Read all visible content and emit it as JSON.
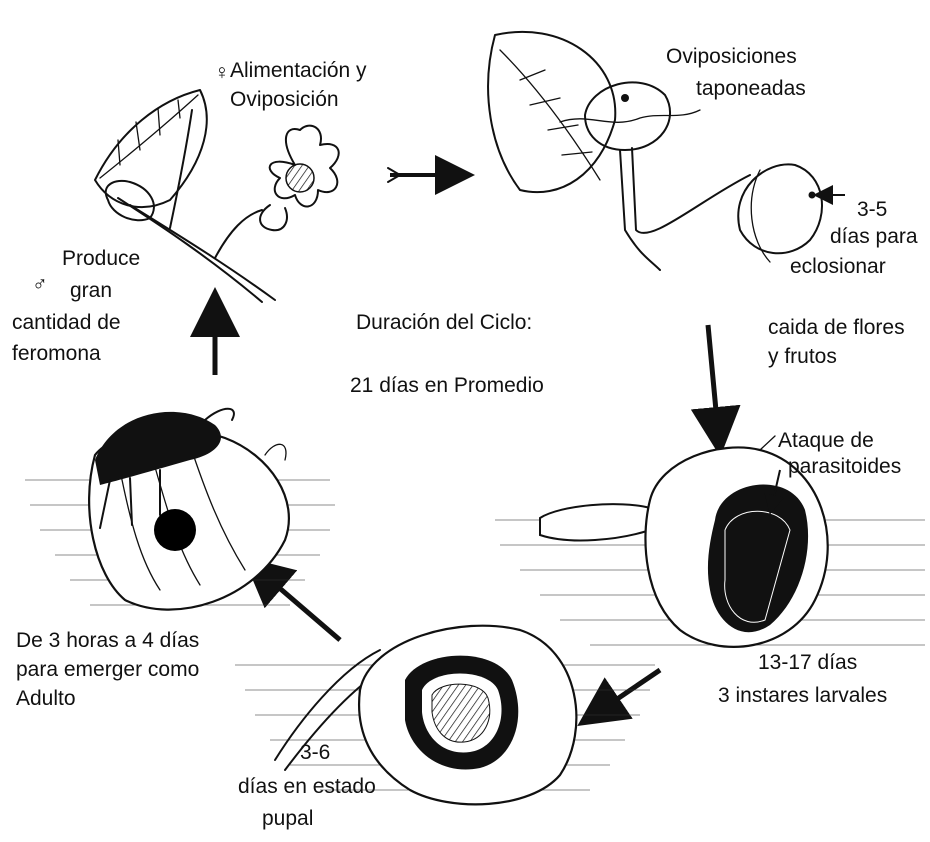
{
  "labels": {
    "feeding": [
      "Alimentación y",
      "Oviposición"
    ],
    "oviposition": [
      "Oviposiciones",
      "taponeadas"
    ],
    "hatch": [
      "3-5",
      "días para",
      "eclosionar"
    ],
    "drop": [
      "caida de flores",
      "y frutos"
    ],
    "parasitoids": [
      "Ataque de",
      "parasitoides"
    ],
    "larval": [
      "13-17 días",
      "3 instares larvales"
    ],
    "pupal": [
      "3-6",
      "días en estado",
      "pupal"
    ],
    "emerge": [
      "De 3 horas a 4 días",
      "para emerger como",
      "Adulto"
    ],
    "male": [
      "Produce",
      "gran",
      "cantidad de",
      "feromona"
    ],
    "cycle_title": "Duración del Ciclo:",
    "cycle_value": "21 días en Promedio"
  },
  "symbols": {
    "female": "♀",
    "male": "♂"
  },
  "colors": {
    "ink": "#111111",
    "paper": "#ffffff"
  }
}
